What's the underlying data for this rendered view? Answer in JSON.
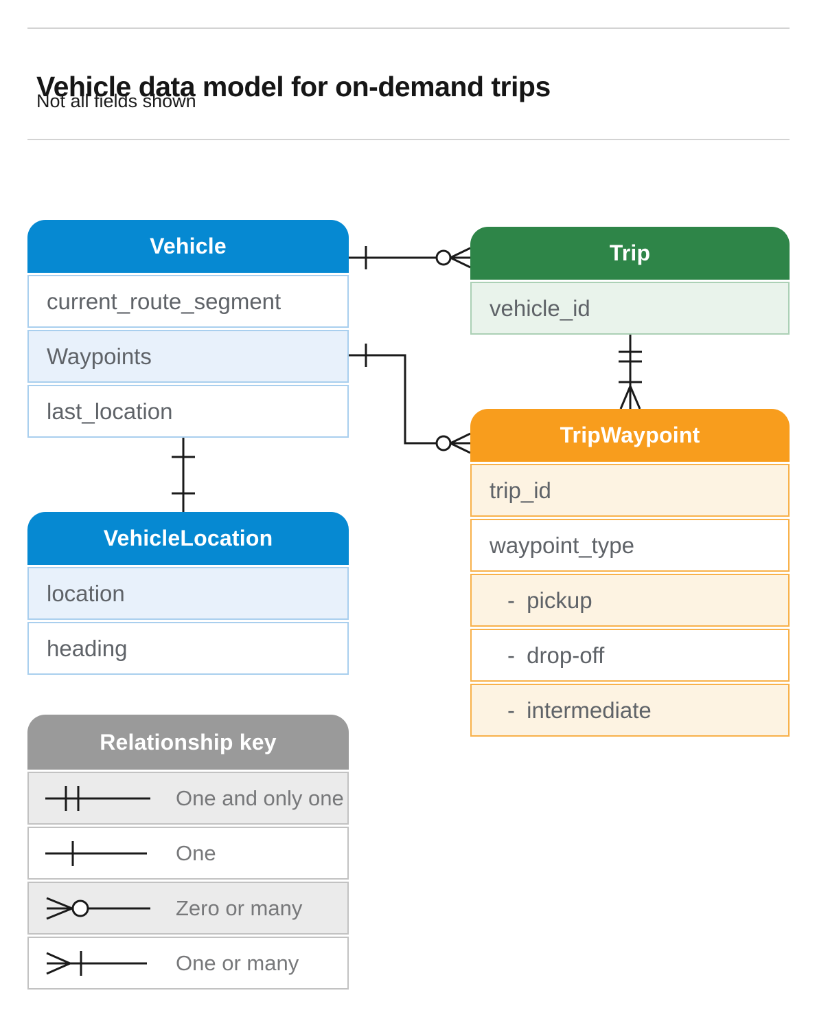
{
  "page": {
    "title": "Vehicle data model for on-demand trips",
    "subtitle": "Not all fields shown"
  },
  "colors": {
    "entity_blue": "#0689d2",
    "entity_blue_row_tint": "#e8f1fb",
    "entity_blue_border": "#a9cfee",
    "entity_green": "#2e8548",
    "entity_green_row_tint": "#e9f3eb",
    "entity_green_border": "#abd0b5",
    "entity_orange": "#f89d1d",
    "entity_orange_row_tint": "#fdf3e2",
    "entity_orange_border": "#f8b14a",
    "legend_gray": "#9a9a9a",
    "legend_row_tint": "#ebebeb",
    "connector_black": "#1a1a1a"
  },
  "entities": [
    {
      "title": "Vehicle",
      "theme": "blue",
      "fields": [
        {
          "label": "current_route_segment"
        },
        {
          "label": "Waypoints"
        },
        {
          "label": "last_location"
        }
      ]
    },
    {
      "title": "Trip",
      "theme": "green",
      "fields": [
        {
          "label": "vehicle_id"
        }
      ]
    },
    {
      "title": "TripWaypoint",
      "theme": "orange",
      "fields": [
        {
          "label": "trip_id"
        },
        {
          "label": "waypoint_type"
        },
        {
          "label": "- pickup"
        },
        {
          "label": "- drop-off"
        },
        {
          "label": "- intermediate"
        }
      ]
    },
    {
      "title": "VehicleLocation",
      "theme": "blue",
      "fields": [
        {
          "label": "location"
        },
        {
          "label": "heading"
        }
      ]
    }
  ],
  "legend": {
    "title": "Relationship key",
    "items": [
      {
        "symbol": "one-and-only-one",
        "label": "One and only one"
      },
      {
        "symbol": "one",
        "label": "One"
      },
      {
        "symbol": "zero-or-many",
        "label": "Zero or many"
      },
      {
        "symbol": "one-or-many",
        "label": "One or many"
      }
    ]
  },
  "relationships": [
    {
      "from": "Vehicle",
      "to": "Trip",
      "from_cardinality": "one",
      "to_cardinality": "zero-or-many"
    },
    {
      "from": "Vehicle.Waypoints",
      "to": "TripWaypoint",
      "from_cardinality": "one",
      "to_cardinality": "zero-or-many"
    },
    {
      "from": "Trip",
      "to": "TripWaypoint",
      "from_cardinality": "one-and-only-one",
      "to_cardinality": "one-or-many"
    },
    {
      "from": "Vehicle",
      "to": "VehicleLocation",
      "from_cardinality": "one",
      "to_cardinality": "one"
    }
  ]
}
